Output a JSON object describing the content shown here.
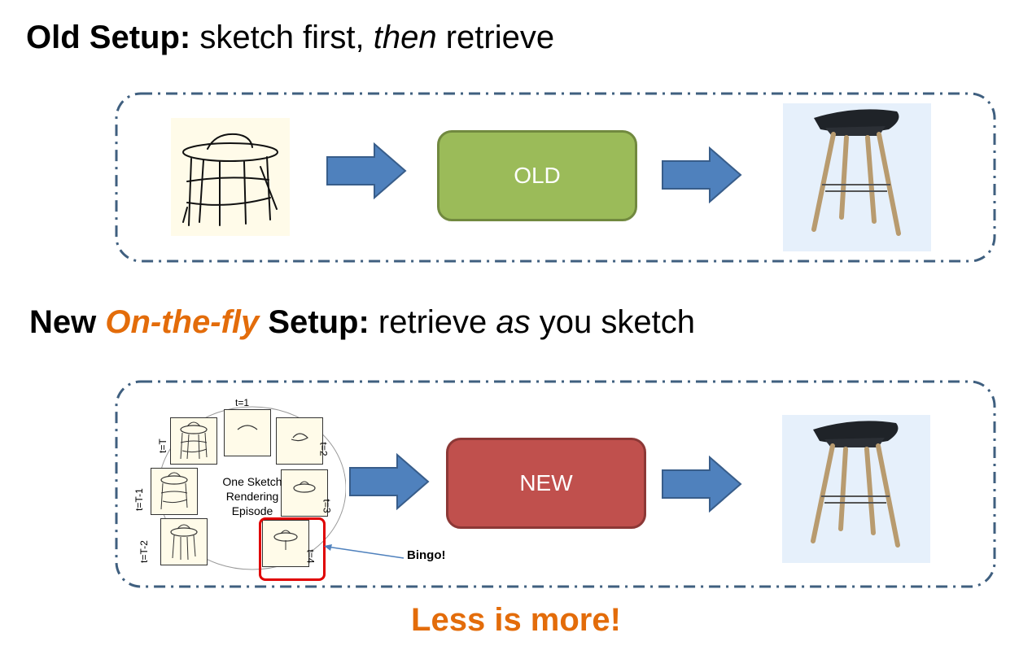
{
  "old_setup": {
    "label": "Old Setup:",
    "text_a": " sketch first, ",
    "text_em": "then",
    "text_b": " retrieve",
    "box_label": "OLD"
  },
  "new_setup": {
    "label_a": "New ",
    "label_highlight": "On-the-fly",
    "label_b": " Setup:",
    "text_a": " retrieve ",
    "text_em": "as",
    "text_b": " you sketch",
    "box_label": "NEW",
    "episode_label": "One Sketch Rendering Episode",
    "timesteps": [
      "t=1",
      "t=2",
      "t=3",
      "t=4",
      "t=T-2",
      "t=T-1",
      "t=T"
    ],
    "callout": "Bingo!"
  },
  "footer": "Less is more!",
  "colors": {
    "old_box": "#9bbb59",
    "new_box": "#c0504d",
    "arrow": "#4f81bd",
    "accent": "#e36c0a",
    "highlight_ring": "#e00000"
  }
}
